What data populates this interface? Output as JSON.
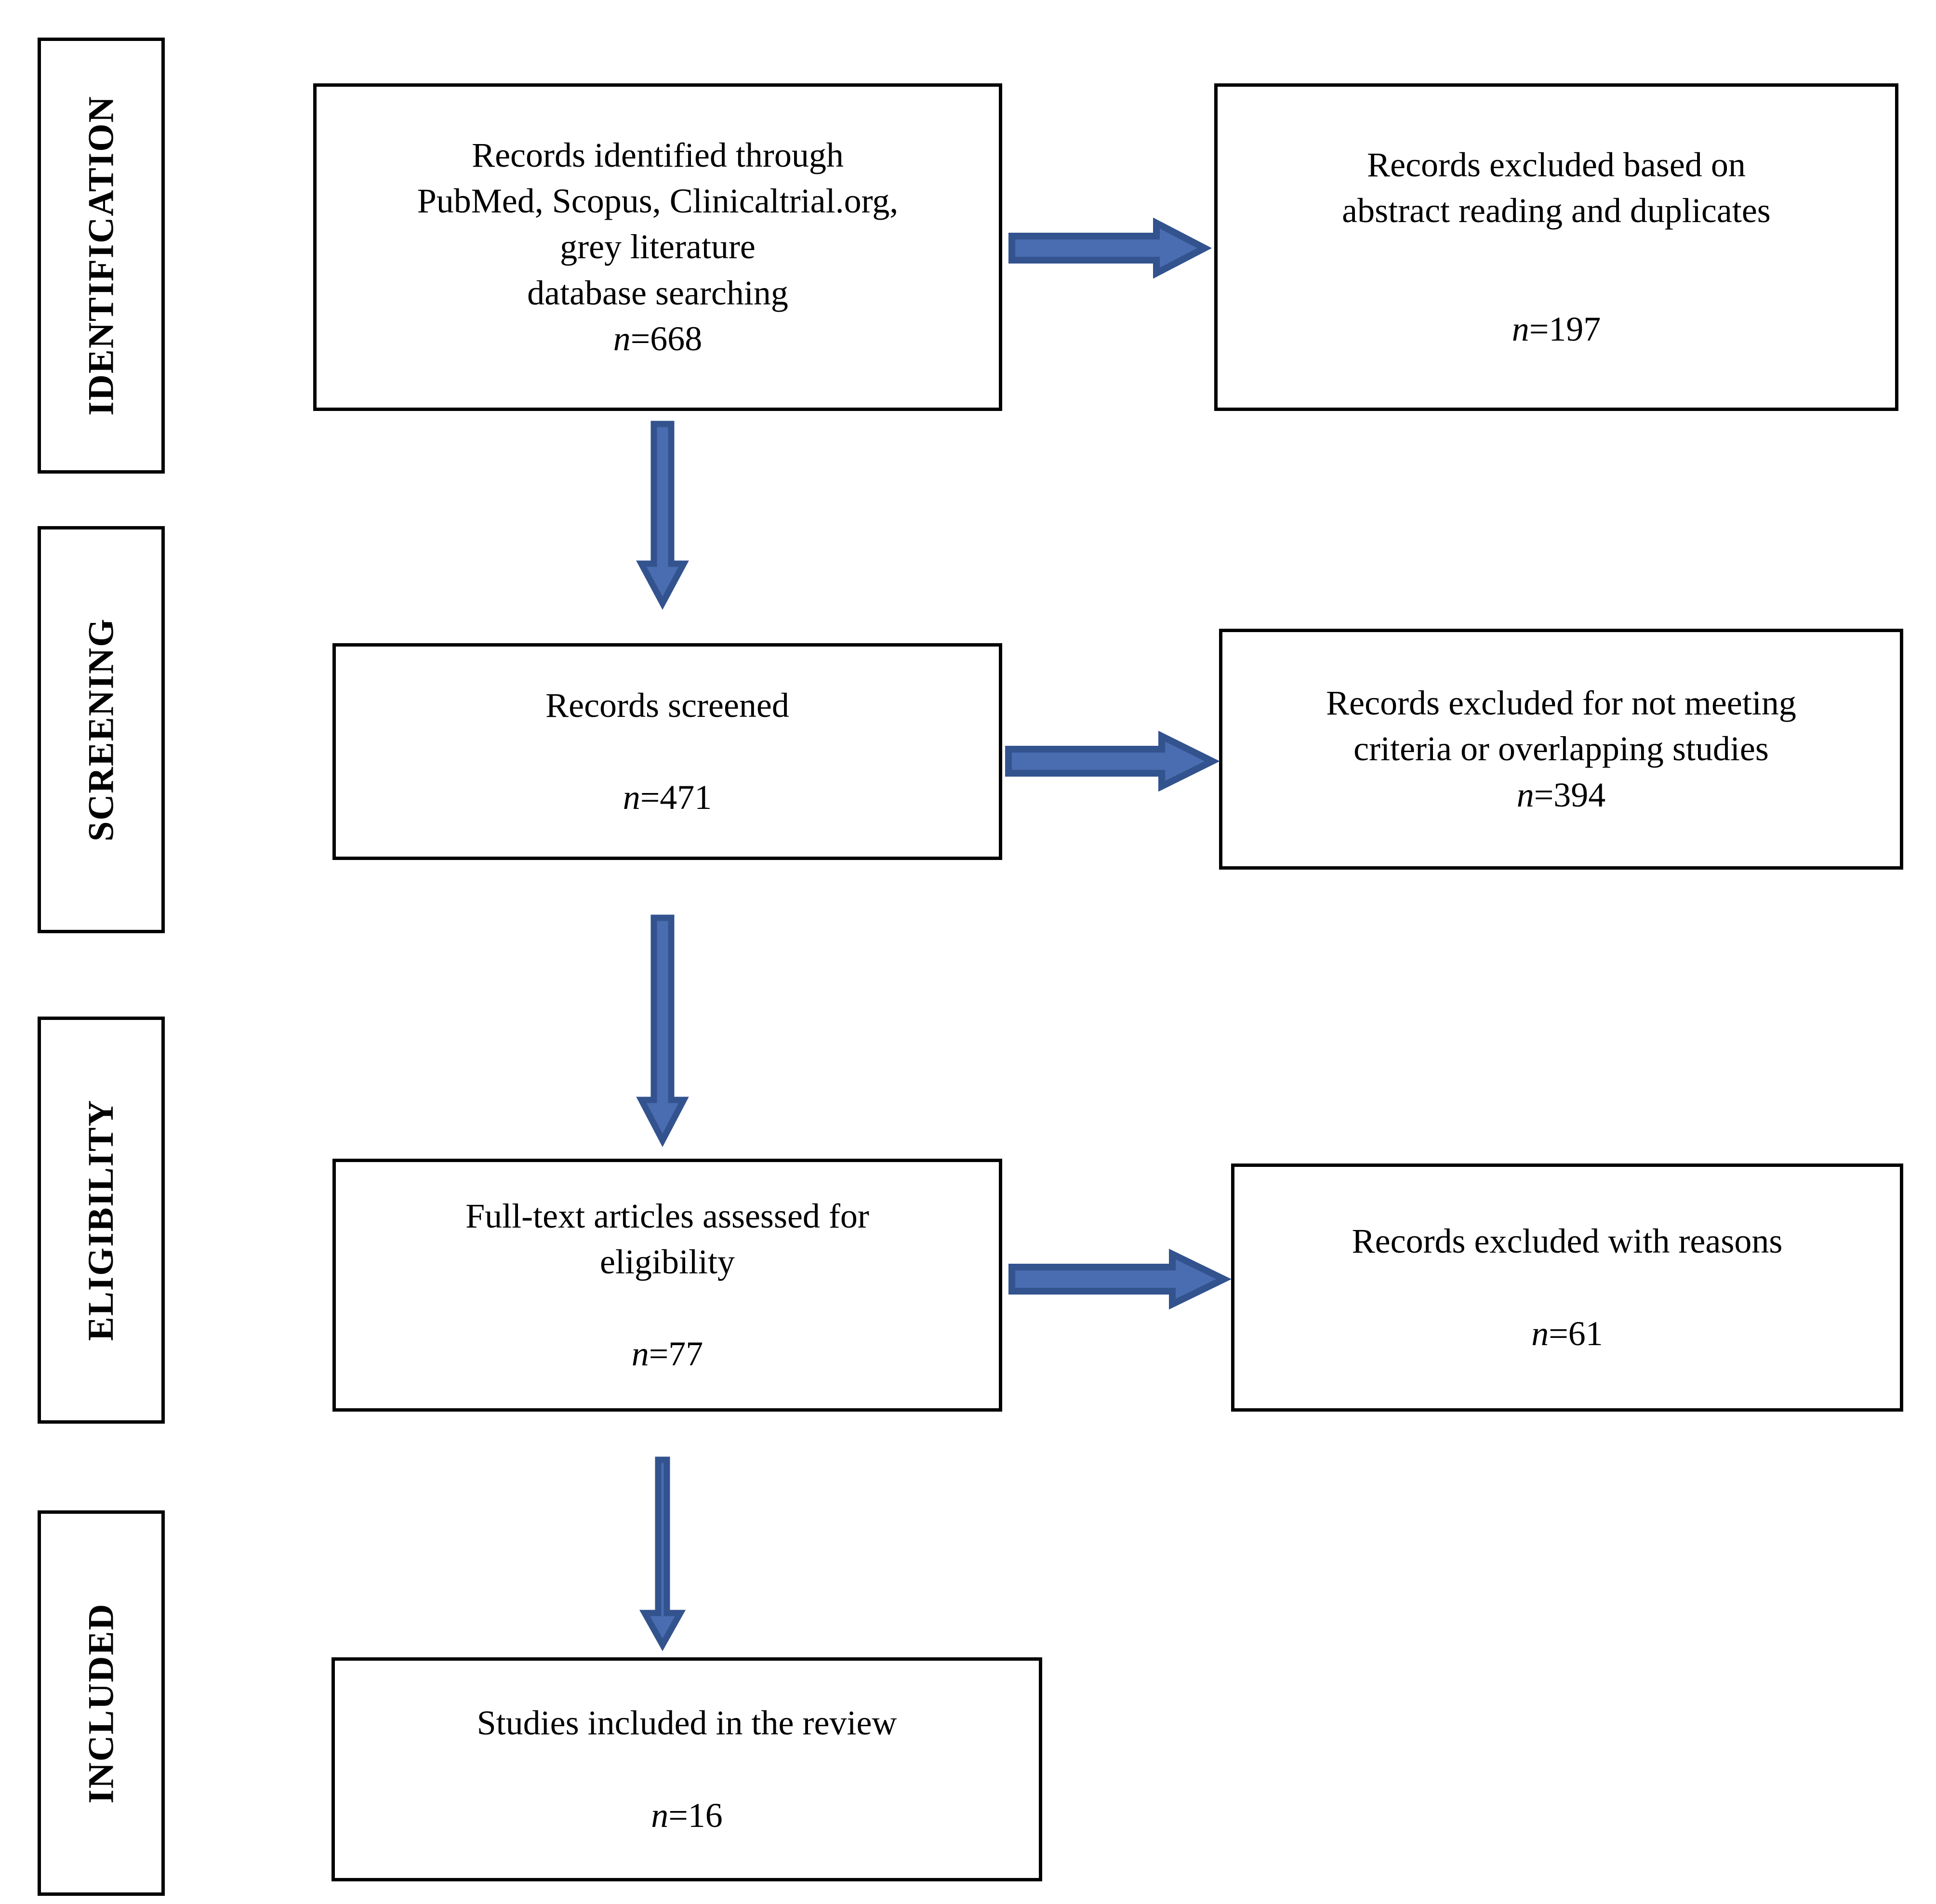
{
  "diagram": {
    "type": "prisma-flow-diagram",
    "accent_color": "#33538f",
    "accent_fill_color": "#4a6cb0",
    "border_color": "#000000",
    "background_color": "#ffffff"
  },
  "stages": [
    {
      "key": "identification",
      "label": "IDENTIFICATION"
    },
    {
      "key": "screening",
      "label": "SCREENING"
    },
    {
      "key": "eligibility",
      "label": "ELIGIBILITY"
    },
    {
      "key": "included",
      "label": "INCLUDED"
    }
  ],
  "boxes": {
    "identified": {
      "text": "Records identified through\nPubMed, Scopus, Clinicaltrial.org,\ngrey literature\ndatabase searching",
      "n_label": "n",
      "n_value": "=668",
      "count": 668
    },
    "excluded_abstract": {
      "text": "Records excluded based on\nabstract reading and duplicates",
      "n_label": "n",
      "n_value": "=197",
      "count": 197
    },
    "screened": {
      "text": "Records screened",
      "n_label": "n",
      "n_value": "=471",
      "count": 471
    },
    "excluded_criteria": {
      "text": "Records excluded for not meeting\ncriteria or overlapping studies",
      "n_label": "n",
      "n_value": "=394",
      "count": 394
    },
    "fulltext": {
      "text": "Full-text articles assessed for\neligibility",
      "n_label": "n",
      "n_value": "=77",
      "count": 77
    },
    "excluded_reasons": {
      "text": "Records excluded with reasons",
      "n_label": "n",
      "n_value": "=61",
      "count": 61
    },
    "included": {
      "text": "Studies included in the review",
      "n_label": "n",
      "n_value": "=16",
      "count": 16
    }
  },
  "arrows": [
    {
      "key": "identified-to-excluded-abstract",
      "direction": "right"
    },
    {
      "key": "identified-to-screened",
      "direction": "down"
    },
    {
      "key": "screened-to-excluded-criteria",
      "direction": "right"
    },
    {
      "key": "screened-to-fulltext",
      "direction": "down"
    },
    {
      "key": "fulltext-to-excluded-reasons",
      "direction": "right"
    },
    {
      "key": "fulltext-to-included",
      "direction": "down"
    }
  ]
}
